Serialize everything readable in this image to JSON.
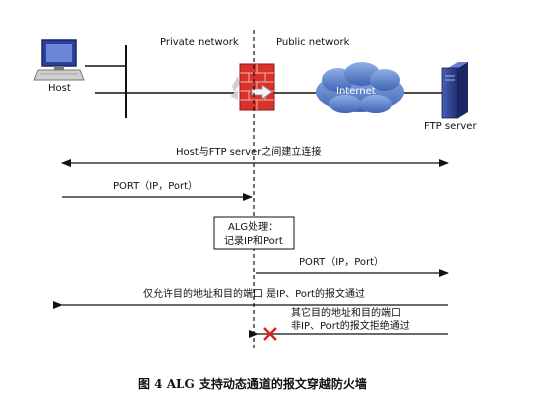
{
  "labels": {
    "private_network": "Private network",
    "public_network": "Public network",
    "host": "Host",
    "internet": "Internet",
    "ftp_server": "FTP server"
  },
  "messages": {
    "connection": "Host与FTP server之间建立连接",
    "port_request": "PORT（IP，Port）",
    "alg_line1": "ALG处理：",
    "alg_line2": "记录IP和Port",
    "port_forward": "PORT（IP，Port）",
    "allowed": "仅允许目的地址和目的端口 是IP、Port的报文通过",
    "rejected_line1": "其它目的地址和目的端口",
    "rejected_line2": "非IP、Port的报文拒绝通过"
  },
  "caption": "图 4 ALG 支持动态通道的报文穿越防火墙",
  "colors": {
    "firewall": "#d9312b",
    "internet_cloud": "#5b7fc6",
    "reject_mark": "#e02020",
    "server": "#2e3f8f"
  },
  "icons": {
    "host": "desktop-computer-icon",
    "firewall": "brick-firewall-icon",
    "internet": "cloud-icon",
    "server": "server-tower-icon",
    "reject": "red-x-icon"
  }
}
